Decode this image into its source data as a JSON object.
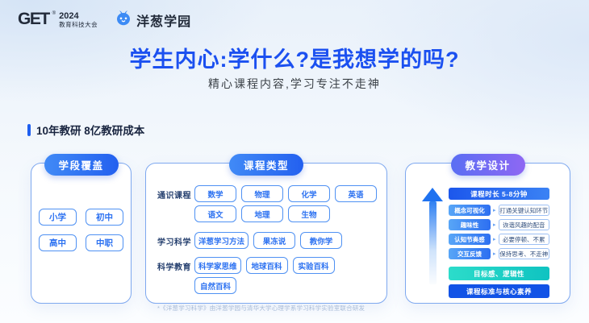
{
  "header": {
    "get_logo": {
      "text": "GET",
      "reg": "®",
      "year": "2024",
      "event": "教育科技大会"
    },
    "brand": {
      "name": "洋葱学园"
    }
  },
  "title": "学生内心:学什么?是我想学的吗?",
  "subtitle": "精心课程内容,学习专注不走神",
  "section_label": "10年教研 8亿教研成本",
  "panels": {
    "stages": {
      "title": "学段覆盖",
      "items": [
        "小学",
        "初中",
        "高中",
        "中职"
      ]
    },
    "courses": {
      "title": "课程类型",
      "row1_label": "通识课程",
      "row1_line1": [
        "数学",
        "物理",
        "化学",
        "英语"
      ],
      "row1_line2": [
        "语文",
        "地理",
        "生物"
      ],
      "row2_label": "学习科学",
      "row2_items": [
        "洋葱学习方法",
        "果冻说",
        "教你学"
      ],
      "row3_label": "科学教育",
      "row3_items": [
        "科学家思维",
        "地球百科",
        "实验百科",
        "自然百科"
      ],
      "footnote": "*《洋葱学习科学》由洋葱学园与清华大学心理学系学习科学实验室联合研发"
    },
    "design": {
      "title": "教学设计",
      "duration": "课程时长 5-8分钟",
      "rows": [
        {
          "label": "概念可视化",
          "desc": "打通关键认知环节"
        },
        {
          "label": "趣味性",
          "desc": "诙谐风趣的配音"
        },
        {
          "label": "认知节奏感",
          "desc": "必要停顿、不累"
        },
        {
          "label": "交互反馈",
          "desc": "保持思考、不走神"
        }
      ],
      "teal_bar": "目标感、逻辑性",
      "bottom_bar": "课程标准与核心素养"
    }
  },
  "icons": {
    "connector": "▸"
  },
  "colors": {
    "title_blue": "#1b50f0",
    "accent_blue": "#2563f0",
    "teal": "#14c9c2",
    "violet": "#8e67f3"
  }
}
